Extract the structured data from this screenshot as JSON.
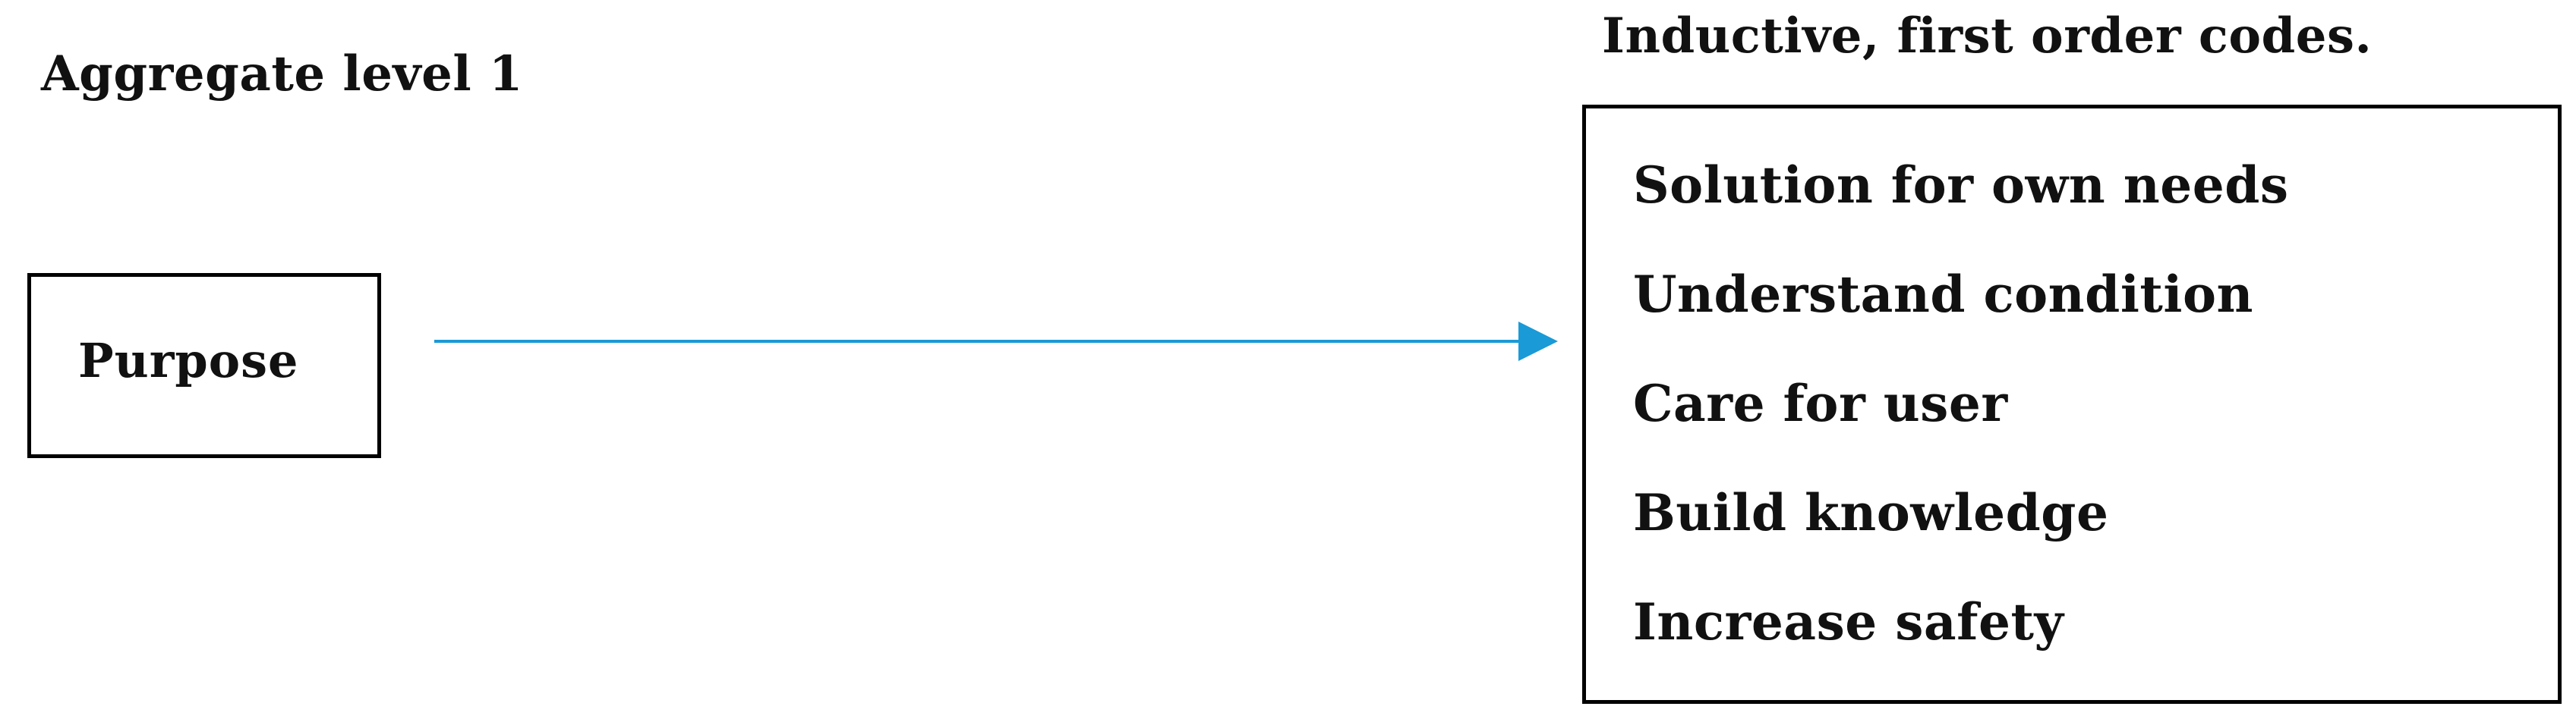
{
  "left_column": {
    "heading": "Aggregate level 1",
    "box_label": "Purpose"
  },
  "right_column": {
    "heading": "Inductive, first order codes.",
    "codes": [
      "Solution for own needs",
      "Understand condition",
      "Care for user",
      "Build knowledge",
      "Increase safety"
    ]
  },
  "colors": {
    "arrow": "#1a9ad6",
    "border": "#000000",
    "text": "#111111"
  }
}
